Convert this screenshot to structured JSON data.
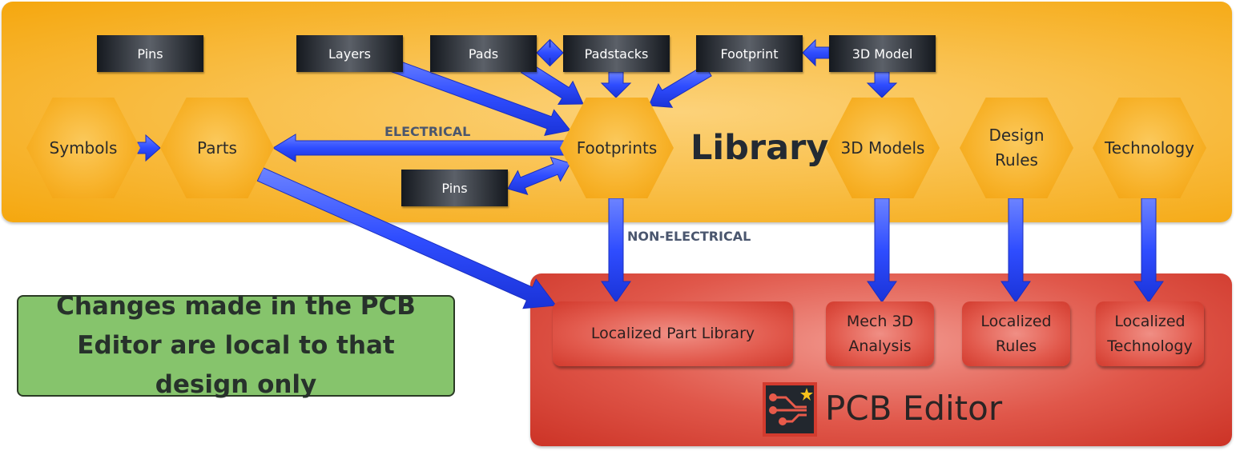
{
  "library": {
    "title": "Library",
    "boxes": {
      "pins_top": "Pins",
      "layers": "Layers",
      "pads": "Pads",
      "padstacks": "Padstacks",
      "footprint": "Footprint",
      "model_3d": "3D Model",
      "pins_mid": "Pins"
    },
    "hexes": {
      "symbols": "Symbols",
      "parts": "Parts",
      "footprints": "Footprints",
      "models_3d": "3D Models",
      "design_rules": "Design\nRules",
      "technology": "Technology"
    },
    "labels": {
      "electrical": "ELECTRICAL",
      "non_electrical": "NON-ELECTRICAL"
    }
  },
  "pcb_editor": {
    "title": "PCB Editor",
    "logo_icon": "pcb-editor-logo-icon",
    "boxes": {
      "localized_part_library": "Localized Part Library",
      "mech_3d_analysis": "Mech 3D\nAnalysis",
      "localized_rules": "Localized\nRules",
      "localized_technology": "Localized\nTechnology"
    }
  },
  "note": {
    "text": "Changes made in the PCB Editor are local to that design only"
  },
  "colors": {
    "library_bg": "#f7b128",
    "pcb_bg": "#e0574a",
    "note_bg": "#86c46c",
    "arrow": "#2f4dff",
    "dark_box": "#15191f"
  }
}
